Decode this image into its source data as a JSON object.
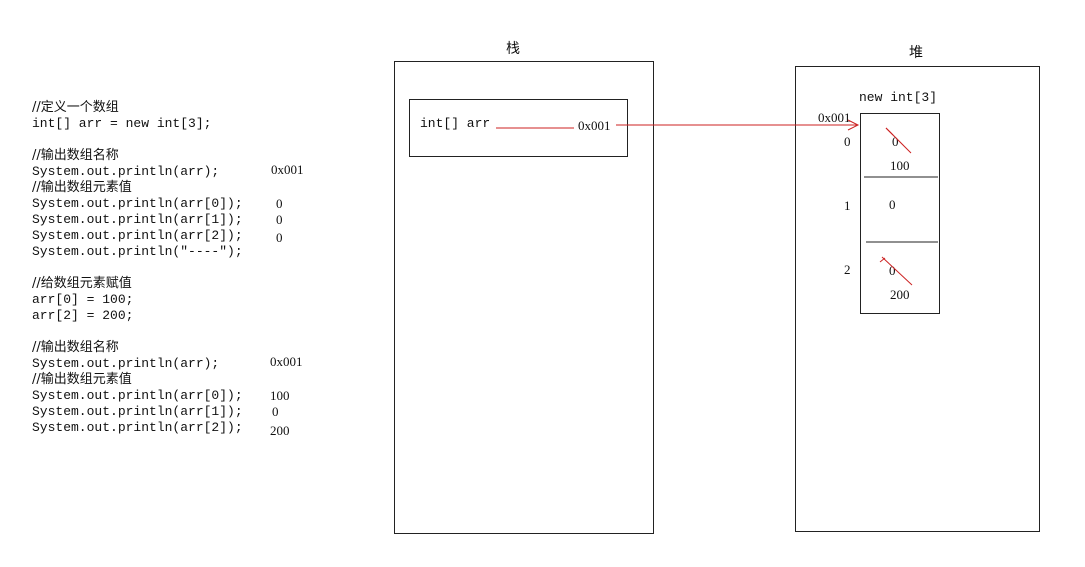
{
  "code": {
    "lines": [
      {
        "text": "//定义一个数组",
        "kind": "cmt"
      },
      {
        "text": "int[] arr = new int[3];",
        "kind": "code"
      },
      {
        "text": "//输出数组名称",
        "kind": "cmt"
      },
      {
        "text": "System.out.println(arr);",
        "kind": "code"
      },
      {
        "text": "//输出数组元素值",
        "kind": "cmt"
      },
      {
        "text": "System.out.println(arr[0]);",
        "kind": "code"
      },
      {
        "text": "System.out.println(arr[1]);",
        "kind": "code"
      },
      {
        "text": "System.out.println(arr[2]);",
        "kind": "code"
      },
      {
        "text": "System.out.println(\"----\");",
        "kind": "code"
      },
      {
        "text": "//给数组元素赋值",
        "kind": "cmt"
      },
      {
        "text": "arr[0] = 100;",
        "kind": "code"
      },
      {
        "text": "arr[2] = 200;",
        "kind": "code"
      },
      {
        "text": "//输出数组名称",
        "kind": "cmt"
      },
      {
        "text": "System.out.println(arr);",
        "kind": "code"
      },
      {
        "text": "//输出数组元素值",
        "kind": "cmt"
      },
      {
        "text": "System.out.println(arr[0]);",
        "kind": "code"
      },
      {
        "text": "System.out.println(arr[1]);",
        "kind": "code"
      },
      {
        "text": "System.out.println(arr[2]);",
        "kind": "code"
      }
    ],
    "outputs": [
      "0x001",
      "0",
      "0",
      "0",
      "0x001",
      "100",
      "0",
      "200"
    ]
  },
  "stack": {
    "title": "栈",
    "var_label": "int[] arr",
    "var_value": "0x001"
  },
  "heap": {
    "title": "堆",
    "array_label": "new int[3]",
    "address": "0x001",
    "indices": [
      "0",
      "1",
      "2"
    ],
    "cells": [
      {
        "old": "0",
        "new": "100"
      },
      {
        "old": "",
        "new": "0"
      },
      {
        "old": "0",
        "new": "200"
      }
    ]
  },
  "colors": {
    "arrow": "#cc2222",
    "strike": "#cc2222"
  }
}
